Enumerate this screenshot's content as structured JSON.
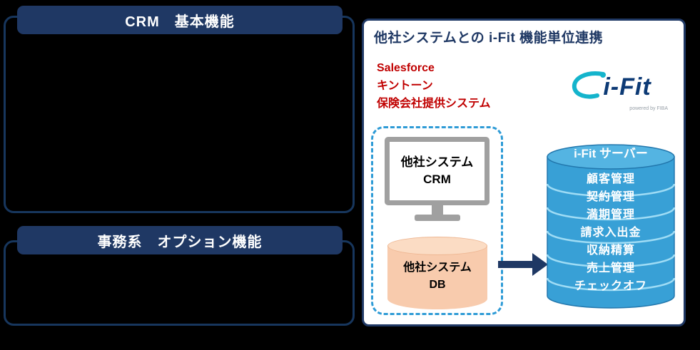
{
  "slide": {
    "left": {
      "crm_basic_title": "CRM　基本機能",
      "office_option_title": "事務系　オプション機能"
    },
    "right": {
      "title": "他社システムとの i-Fit 機能単位連携",
      "external_systems": [
        "Salesforce",
        "キントーン",
        "保険会社提供システム"
      ],
      "logo": {
        "text": "i-Fit",
        "tagline": "powered by FIBA"
      },
      "diagram": {
        "monitor_label": [
          "他社システム",
          "CRM"
        ],
        "db_label": [
          "他社システム",
          "DB"
        ],
        "server_title": "i-Fit サーバー",
        "server_functions": [
          "顧客管理",
          "契約管理",
          "満期管理",
          "請求入出金",
          "収納精算",
          "売上管理",
          "チェックオフ"
        ]
      }
    }
  },
  "icons": {
    "logo_mark": "teal-swoosh",
    "monitor": "computer-monitor",
    "other_db": "database-cylinder-peach",
    "server_db": "database-cylinder-blue",
    "flow": "right-arrow"
  },
  "colors": {
    "background": "#000000",
    "navy": "#1f3864",
    "red": "#c00000",
    "dashed_blue": "#2e9bd6",
    "monitor_gray": "#a0a0a0",
    "peach": "#f8cbad",
    "server_blue": "#38a0d6",
    "server_light_blue": "#9fdcf5",
    "logo_teal": "#14b4cc",
    "white": "#ffffff"
  }
}
